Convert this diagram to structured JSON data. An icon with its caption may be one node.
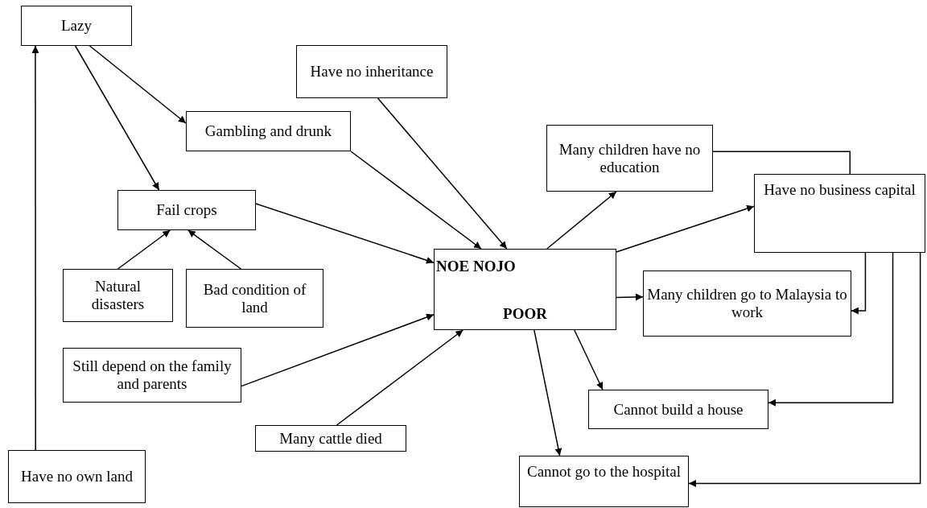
{
  "diagram": {
    "nodes": [
      {
        "text": [
          "Lazy"
        ]
      },
      {
        "text": [
          "Have no inheritance"
        ]
      },
      {
        "text": [
          "Gambling and drunk"
        ]
      },
      {
        "text": [
          "Fail crops"
        ]
      },
      {
        "text": [
          "Natural disasters"
        ]
      },
      {
        "text": [
          "Bad condition of land"
        ]
      },
      {
        "text": [
          "Still depend on the family and parents"
        ]
      },
      {
        "text": [
          "Many cattle died"
        ]
      },
      {
        "text": [
          "Have no own land"
        ]
      },
      {
        "text": [
          "NOE NOJO",
          "POOR"
        ]
      },
      {
        "text": [
          "Many children have no education"
        ]
      },
      {
        "text": [
          "Have no business capital"
        ]
      },
      {
        "text": [
          "Many children go to Malaysia to work"
        ]
      },
      {
        "text": [
          "Cannot build a house"
        ]
      },
      {
        "text": [
          "Cannot go to the hospital"
        ]
      }
    ],
    "edges": [
      {
        "from": 0,
        "to": 2,
        "arrow": "to"
      },
      {
        "from": 0,
        "to": 3,
        "arrow": "to"
      },
      {
        "from": 8,
        "to": 0,
        "arrow": "to"
      },
      {
        "from": 4,
        "to": 3,
        "arrow": "to"
      },
      {
        "from": 5,
        "to": 3,
        "arrow": "to"
      },
      {
        "from": 3,
        "to": 9,
        "arrow": "to"
      },
      {
        "from": 2,
        "to": 9,
        "arrow": "to"
      },
      {
        "from": 1,
        "to": 9,
        "arrow": "to"
      },
      {
        "from": 6,
        "to": 9,
        "arrow": "to"
      },
      {
        "from": 7,
        "to": 9,
        "arrow": "to"
      },
      {
        "from": 9,
        "to": 10,
        "arrow": "to"
      },
      {
        "from": 9,
        "to": 11,
        "arrow": "to"
      },
      {
        "from": 9,
        "to": 12,
        "arrow": "to"
      },
      {
        "from": 9,
        "to": 13,
        "arrow": "to"
      },
      {
        "from": 9,
        "to": 14,
        "arrow": "to"
      },
      {
        "from": 10,
        "to": 11,
        "arrow": "none"
      },
      {
        "from": 11,
        "to": 12,
        "arrow": "to"
      },
      {
        "from": 11,
        "to": 13,
        "arrow": "to"
      },
      {
        "from": 11,
        "to": 14,
        "arrow": "to"
      }
    ]
  }
}
